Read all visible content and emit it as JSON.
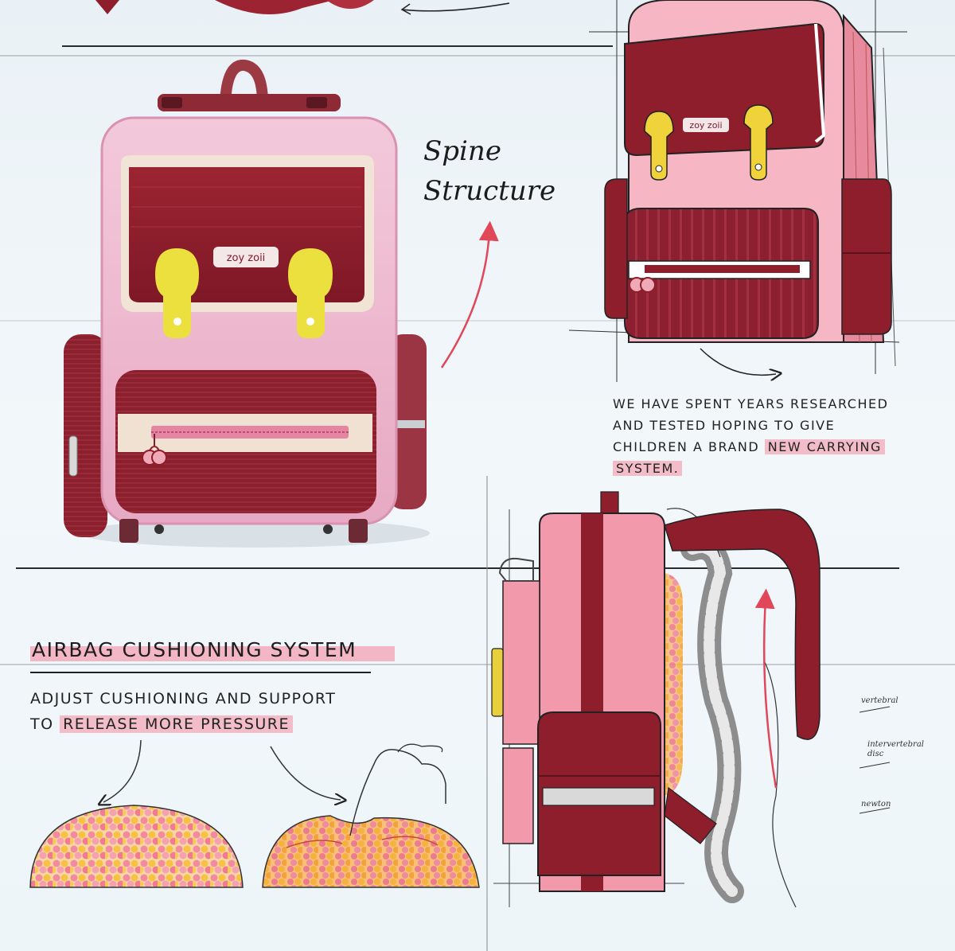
{
  "brand": {
    "logo_text": "zoy zoii"
  },
  "spine_label": {
    "line1": "Spine",
    "line2": "Structure"
  },
  "research_note": {
    "line1": "WE HAVE SPENT YEARS RESEARCHED",
    "line2": "AND TESTED HOPING TO GIVE",
    "line3_plain": "CHILDREN A BRAND ",
    "line3_highlight": "NEW CARRYING",
    "line4": "SYSTEM."
  },
  "airbag": {
    "title": "AIRBAG CUSHIONING SYSTEM",
    "line1": "ADJUST CUSHIONING AND SUPPORT",
    "line2_plain": "TO ",
    "line2_highlight": "RELEASE MORE PRESSURE"
  },
  "side_notes": [
    "vertebral",
    "intervertebral disc",
    "newton"
  ],
  "colors": {
    "background": "#eef4f8",
    "burgundy": "#8e1e2c",
    "pink": "#f2a3b0",
    "light_pink": "#f6c4cf",
    "yellow": "#e8d23a",
    "highlight": "#f48ca0",
    "accent_arrow": "#e0485a"
  }
}
